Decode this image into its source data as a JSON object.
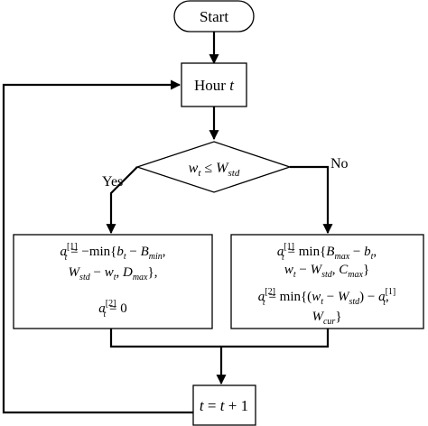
{
  "flowchart": {
    "start": "Start",
    "hour_prefix": "Hour ",
    "hour_var": "t",
    "condition": "w_t ≤ W_std",
    "yes": "Yes",
    "no": "No",
    "left_box": {
      "line1": "a_t^[1] = −min{b_t − B_min,",
      "line2": "W_std − w_t, D_max},",
      "line3": "a_t^[2] = 0"
    },
    "right_box": {
      "line1": "a_t^[1] = min{B_max − b_t,",
      "line2": "w_t − W_std, C_max}",
      "line3": "a_t^[2] = min{(w_t − W_std) − a_t^[1],",
      "line4": "W_cur}"
    },
    "update": "t = t + 1"
  }
}
